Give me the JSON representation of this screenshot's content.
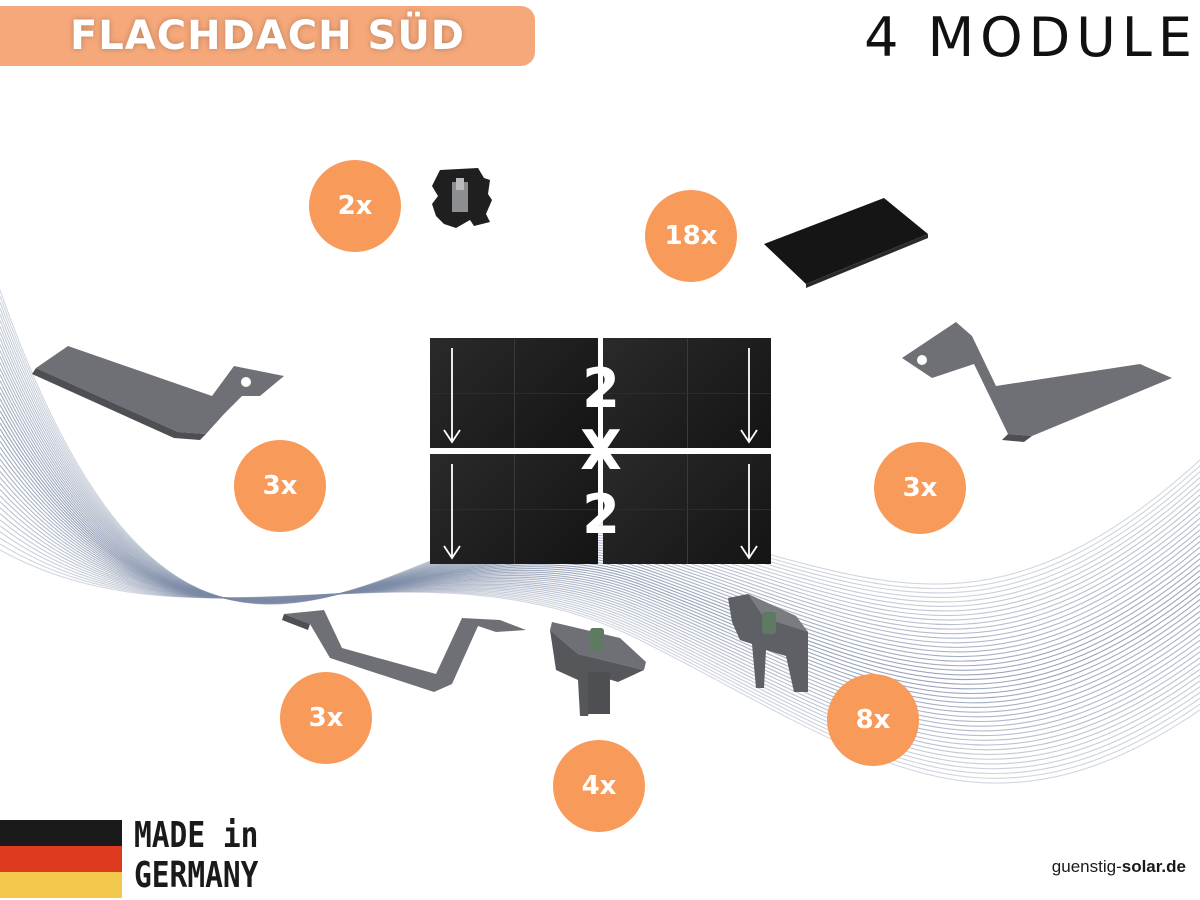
{
  "header": {
    "title": "FLACHDACH SÜD",
    "modules": "4 MODULE"
  },
  "colors": {
    "accent": "#f79a5a",
    "badge": "#f5a87a",
    "wave": "#7c8aa6",
    "hardware": "#6e7075",
    "panel": "#1c1c1c",
    "flag_black": "#1a1a1a",
    "flag_red": "#dd3a1f",
    "flag_gold": "#f2c94c"
  },
  "panel_layout": {
    "rows": "2",
    "separator": "X",
    "cols": "2"
  },
  "components": [
    {
      "name": "end-cap",
      "icon": "end-cap-icon",
      "quantity": "2x"
    },
    {
      "name": "rubber-pad",
      "icon": "rubber-pad-icon",
      "quantity": "18x"
    },
    {
      "name": "roof-hook-left",
      "icon": "roof-hook-icon",
      "quantity": "3x"
    },
    {
      "name": "roof-hook-right",
      "icon": "roof-hook-icon",
      "quantity": "3x"
    },
    {
      "name": "roof-hook-bottom",
      "icon": "roof-hook-icon",
      "quantity": "3x"
    },
    {
      "name": "middle-clamp",
      "icon": "middle-clamp-icon",
      "quantity": "4x"
    },
    {
      "name": "end-clamp",
      "icon": "end-clamp-icon",
      "quantity": "8x"
    }
  ],
  "footer": {
    "made_line1": "MADE in",
    "made_line2": "GERMANY",
    "brand_prefix": "guenstig-",
    "brand_suffix": "solar.de"
  }
}
